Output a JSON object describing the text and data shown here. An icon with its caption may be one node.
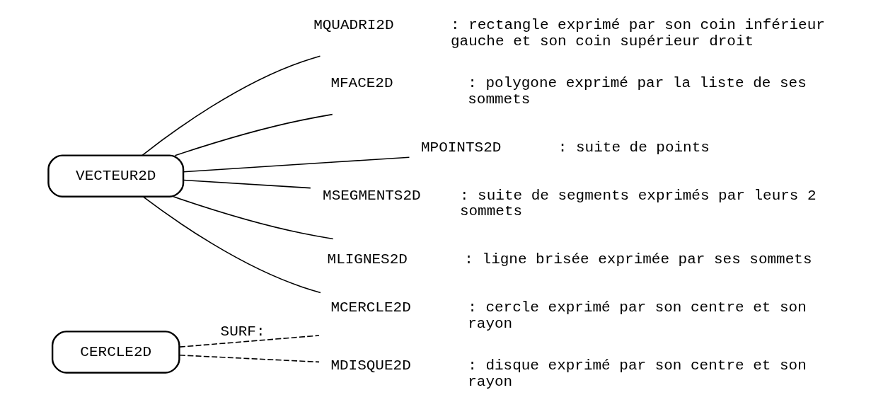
{
  "diagram": {
    "nodes": [
      {
        "text": [
          "VECTEUR2D"
        ]
      },
      {
        "text": [
          "CERCLE2D"
        ]
      },
      {
        "text": [
          "MPOINTS2D"
        ],
        "beside": [
          ": suite de points"
        ]
      },
      {
        "text": [
          "MSEGMENTS2D"
        ],
        "beside": [
          ": suite de segments exprimés par leurs 2 sommets"
        ]
      },
      {
        "text": [
          "MLIGNES2D"
        ],
        "beside": [
          ": ligne brisée exprimée par ses sommets"
        ]
      },
      {
        "text": [
          "MCERCLE2D"
        ],
        "beside": [
          ": cercle exprimé par son centre et son rayon"
        ]
      },
      {
        "text": [
          "MQUADRI2D"
        ],
        "beside": [
          ": rectangle exprimé par son coin inférieur gauche et son coin supérieur droit"
        ]
      },
      {
        "text": [
          "MFACE2D"
        ],
        "beside": [
          ": polygone exprimé par la liste de ses sommets"
        ]
      },
      {
        "text": [
          "MDISQUE2D"
        ],
        "beside": [
          ": disque exprimé par son centre et son rayon"
        ]
      }
    ],
    "edges": [
      {
        "from": 0,
        "to": 2,
        "arrow": "none"
      },
      {
        "from": 0,
        "to": 3,
        "arrow": "none"
      },
      {
        "from": 0,
        "to": 4,
        "arrow": "none"
      },
      {
        "from": 0,
        "to": 5,
        "arrow": "none"
      },
      {
        "from": 0,
        "to": 6,
        "arrow": "none"
      },
      {
        "from": 0,
        "to": 7,
        "arrow": "none"
      },
      {
        "from": 1,
        "to": 5,
        "arrow": "none",
        "style": "dashed",
        "label": "SURF:"
      },
      {
        "from": 1,
        "to": 8,
        "arrow": "none",
        "style": "dashed"
      }
    ]
  }
}
